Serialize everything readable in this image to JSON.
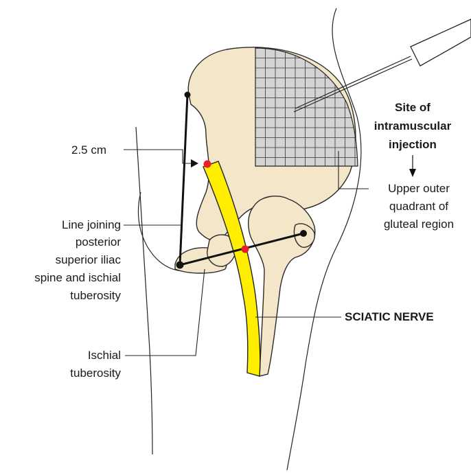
{
  "labels": {
    "distance": "2.5 cm",
    "line_joining": [
      "Line joining",
      "posterior",
      "superior iliac",
      "spine and ischial",
      "tuberosity"
    ],
    "ischial_tuberosity": [
      "Ischial",
      "tuberosity"
    ],
    "site_of_injection": [
      "Site of",
      "intramuscular",
      "injection"
    ],
    "upper_outer_quadrant": [
      "Upper outer",
      "quadrant of",
      "gluteal region"
    ],
    "sciatic_nerve": "SCIATIC NERVE"
  },
  "colors": {
    "bone": "#f4e6c8",
    "grid_fill": "#d4d4d4",
    "nerve": "#ffee00",
    "marker": "#e8202a"
  }
}
